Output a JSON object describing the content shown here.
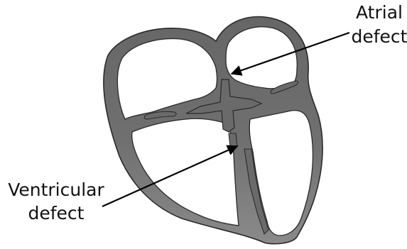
{
  "diagram": {
    "labels": {
      "atrial_line1": "Atrial",
      "atrial_line2": "defect",
      "ventricular_line1": "Ventricular",
      "ventricular_line2": "defect"
    },
    "colors": {
      "wall_top": "#6e6e6e",
      "wall_bottom": "#7f7f7f",
      "wall_edge": "#2a2a2a",
      "chamber_fill": "#ffffff",
      "arrow": "#000000"
    }
  }
}
